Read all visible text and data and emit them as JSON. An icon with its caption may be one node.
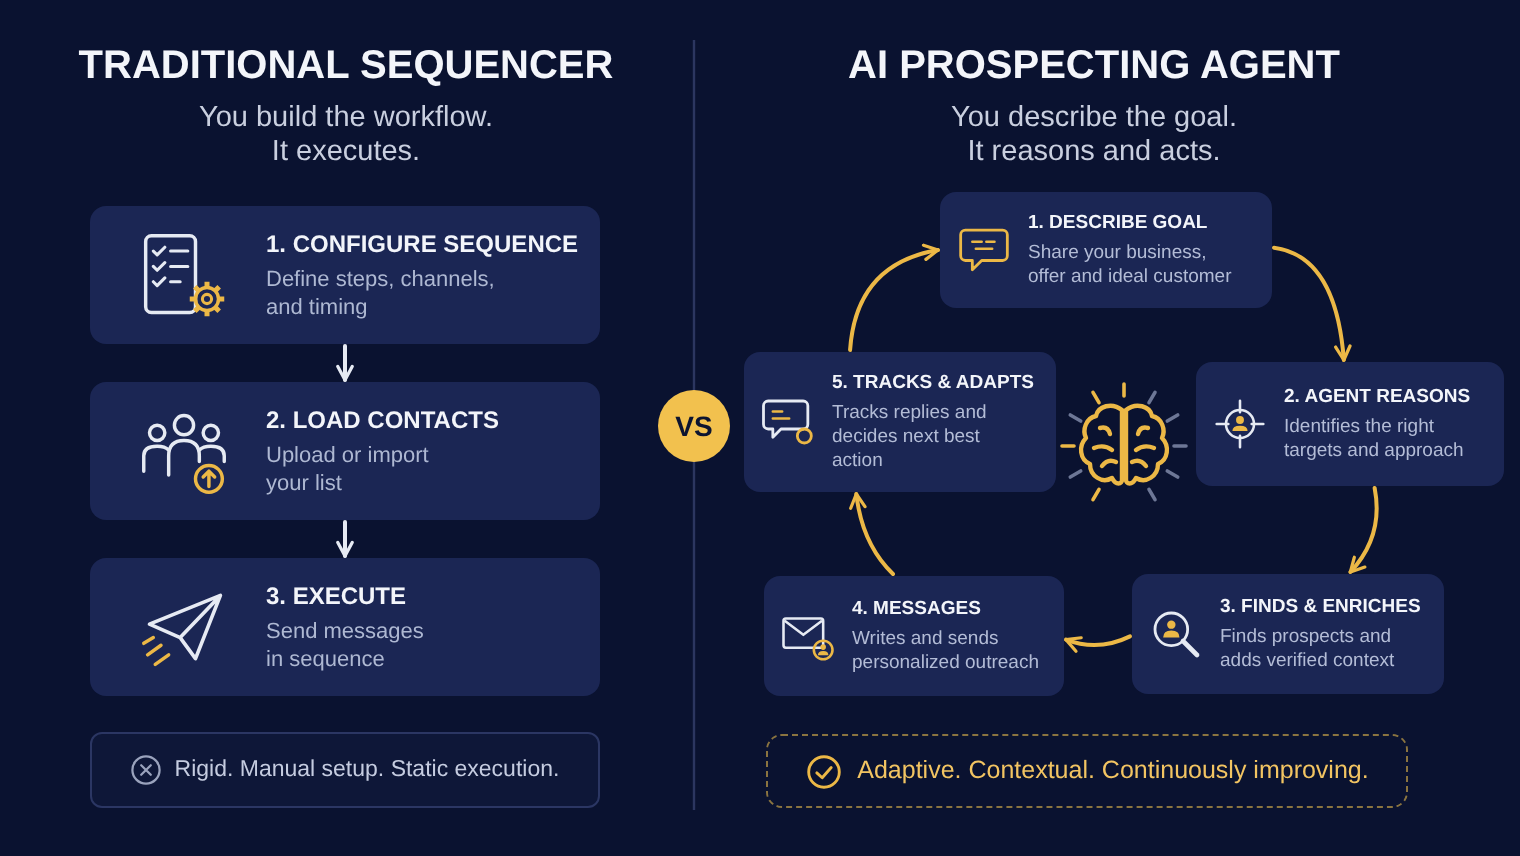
{
  "diagram": {
    "nodes": [
      {
        "text": [
          "1. CONFIGURE SEQUENCE",
          "Define steps, channels, and timing"
        ]
      },
      {
        "text": [
          "2. LOAD CONTACTS",
          "Upload or import your list"
        ]
      },
      {
        "text": [
          "3. EXECUTE",
          "Send messages in sequence"
        ]
      },
      {
        "text": [
          "Rigid. Manual setup. Static execution."
        ]
      },
      {
        "text": [
          "VS"
        ]
      },
      {
        "text": [
          "1. DESCRIBE GOAL",
          "Share your business, offer and ideal customer"
        ]
      },
      {
        "text": [
          "2. AGENT REASONS",
          "Identifies the right targets and approach"
        ]
      },
      {
        "text": [
          "3. FINDS & ENRICHES",
          "Finds prospects and adds verified context"
        ]
      },
      {
        "text": [
          "4. MESSAGES",
          "Writes and sends personalized outreach"
        ]
      },
      {
        "text": [
          "5. TRACKS & ADAPTS",
          "Tracks replies and decides next best action"
        ]
      },
      {
        "text": [
          "Adaptive. Contextual. Continuously improving."
        ]
      }
    ],
    "edges": [
      {
        "from": 0,
        "to": 1,
        "arrow": "to",
        "color": "#e6eaf3"
      },
      {
        "from": 1,
        "to": 2,
        "arrow": "to",
        "color": "#e6eaf3"
      },
      {
        "from": 5,
        "to": 6,
        "arrow": "to"
      },
      {
        "from": 6,
        "to": 7,
        "arrow": "to"
      },
      {
        "from": 7,
        "to": 8,
        "arrow": "to"
      },
      {
        "from": 8,
        "to": 9,
        "arrow": "to"
      },
      {
        "from": 9,
        "to": 5,
        "arrow": "to"
      }
    ],
    "labels": [
      "TRADITIONAL SEQUENCER",
      "You build the workflow. It executes.",
      "AI PROSPECTING AGENT",
      "You describe the goal. It reasons and acts."
    ]
  }
}
